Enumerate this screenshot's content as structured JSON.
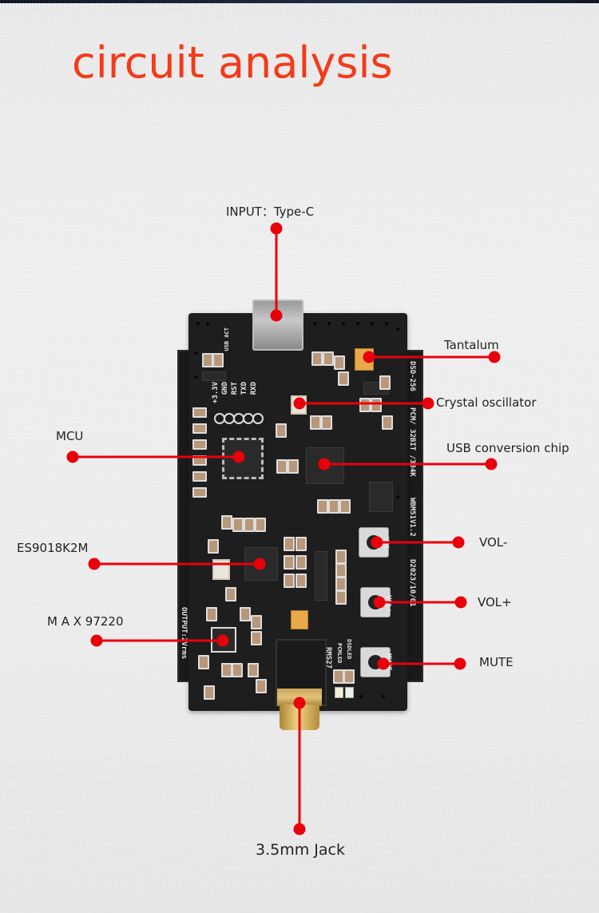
{
  "title": "circuit analysis",
  "accent_color": "#f23b1b",
  "callout_color": "#e8000b",
  "callouts": [
    {
      "id": "input",
      "label": "INPUT：Type-C"
    },
    {
      "id": "tantalum",
      "label": "Tantalum"
    },
    {
      "id": "crystal",
      "label": "Crystal oscillator"
    },
    {
      "id": "mcu",
      "label": "MCU"
    },
    {
      "id": "usb-chip",
      "label": "USB conversion chip"
    },
    {
      "id": "es9018",
      "label": "ES9018K2M"
    },
    {
      "id": "vol-minus",
      "label": "VOL-"
    },
    {
      "id": "vol-plus",
      "label": "VOL+"
    },
    {
      "id": "max97220",
      "label": "M A X 97220"
    },
    {
      "id": "mute",
      "label": "MUTE"
    },
    {
      "id": "jack",
      "label": "3.5mm Jack"
    }
  ],
  "pcb_silkscreen": {
    "side_right_top": "DSD-256",
    "side_right_mid": "PCM/ 32BIT /384K",
    "side_right_ver": "WBM51V1.2",
    "side_right_date": "D2023/10/01",
    "side_left": "OUTPUT:2Vrms",
    "header_pins": [
      "RXD",
      "TXD",
      "RST",
      "GND",
      "+3.3V"
    ],
    "usb_act": "USB ACT",
    "btn_vol_minus": "VOL-",
    "btn_vol_plus": "VOL+",
    "btn_mute": "MUTE",
    "jack_ref": "RMS27",
    "led_pcm": "PCMLED",
    "led_dsd": "DSDLED"
  }
}
